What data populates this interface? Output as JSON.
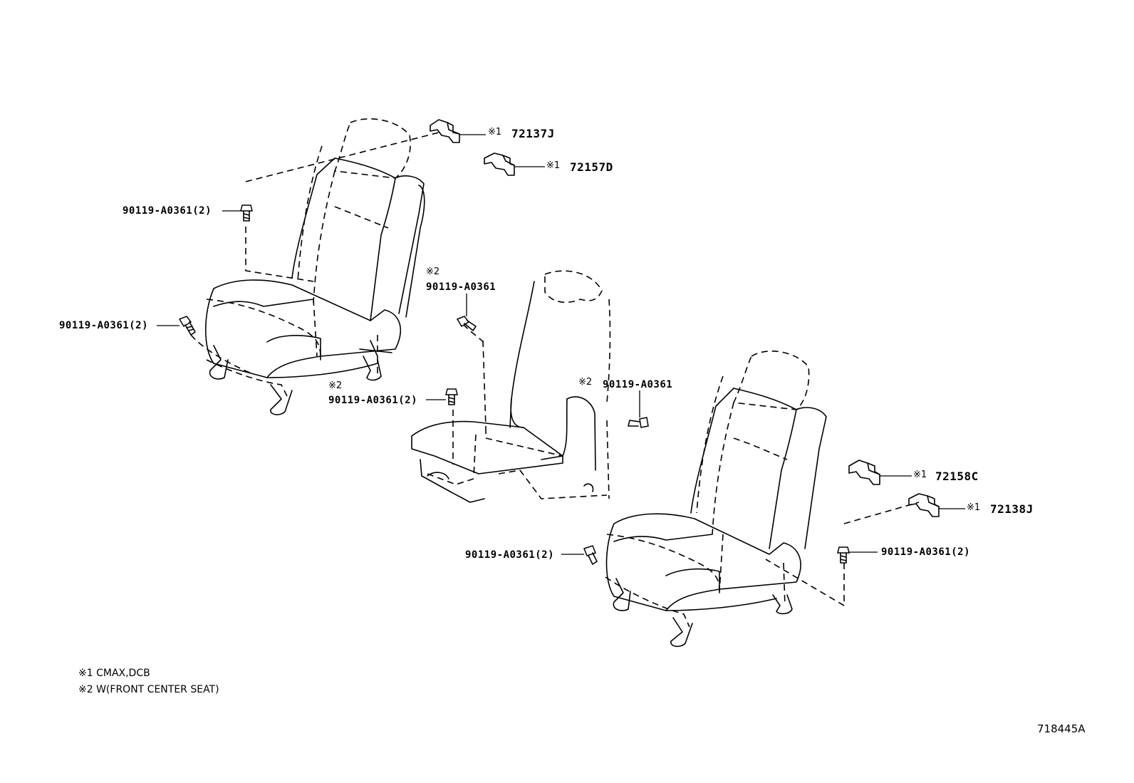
{
  "labels": {
    "part_72137j": {
      "mark": "※1",
      "code": "72137J"
    },
    "part_72157d": {
      "mark": "※1",
      "code": "72157D"
    },
    "part_72158c": {
      "mark": "※1",
      "code": "72158C"
    },
    "part_72138j": {
      "mark": "※1",
      "code": "72138J"
    },
    "bolt_left_upper": "90119-A0361(2)",
    "bolt_left_lower": "90119-A0361(2)",
    "bolt_center_top_mark": "※2",
    "bolt_center_top": "90119-A0361",
    "bolt_center_left_mark": "※2",
    "bolt_center_left": "90119-A0361(2)",
    "bolt_center_right_mark": "※2",
    "bolt_center_right": "90119-A0361",
    "bolt_right_left": "90119-A0361(2)",
    "bolt_right_right": "90119-A0361(2)"
  },
  "notes": [
    "※1 CMAX,DCB",
    "※2 W(FRONT CENTER SEAT)"
  ],
  "diagram_code": "718445A"
}
